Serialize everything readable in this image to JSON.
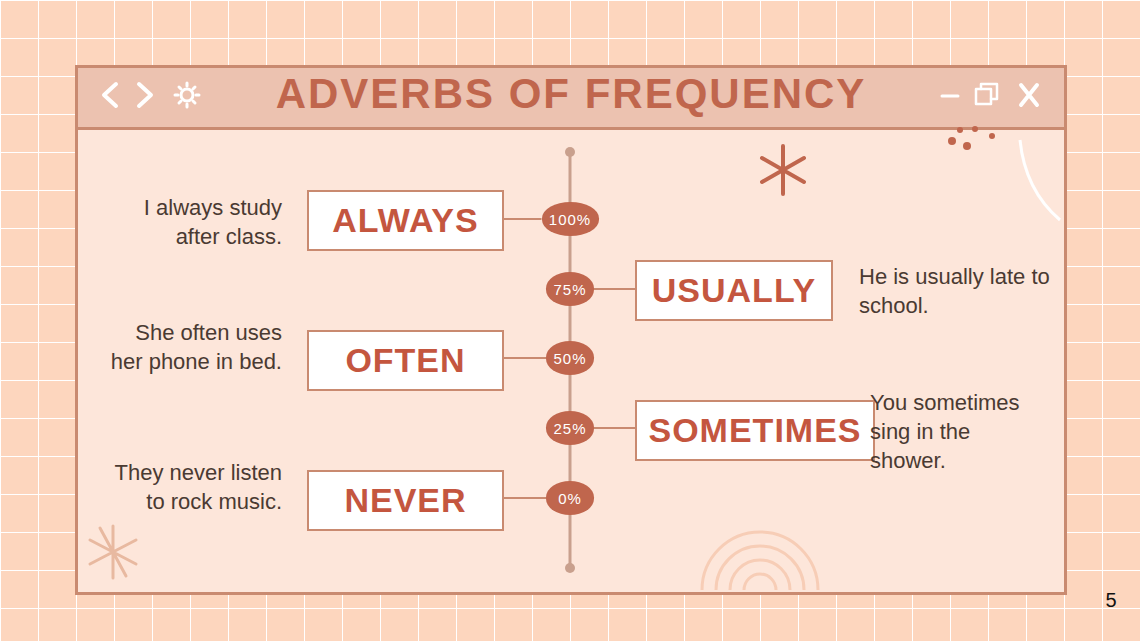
{
  "diagram": {
    "title": "ADVERBS OF FREQUENCY",
    "nodes": [
      {
        "text": [
          "ALWAYS"
        ]
      },
      {
        "text": [
          "100%"
        ]
      },
      {
        "text": [
          "75%"
        ]
      },
      {
        "text": [
          "USUALLY"
        ]
      },
      {
        "text": [
          "OFTEN"
        ]
      },
      {
        "text": [
          "50%"
        ]
      },
      {
        "text": [
          "25%"
        ]
      },
      {
        "text": [
          "SOMETIMES"
        ]
      },
      {
        "text": [
          "NEVER"
        ]
      },
      {
        "text": [
          "0%"
        ]
      }
    ],
    "edges": [
      {
        "from": 0,
        "to": 1,
        "arrow": "none"
      },
      {
        "from": 3,
        "to": 2,
        "arrow": "none"
      },
      {
        "from": 4,
        "to": 5,
        "arrow": "none"
      },
      {
        "from": 7,
        "to": 6,
        "arrow": "none"
      },
      {
        "from": 8,
        "to": 9,
        "arrow": "none"
      }
    ],
    "labels": [
      "I always study after class.",
      "He is usually late to school.",
      "She often uses her phone in bed.",
      "You sometimes sing in the shower.",
      "They never listen to rock music.",
      "5"
    ]
  }
}
